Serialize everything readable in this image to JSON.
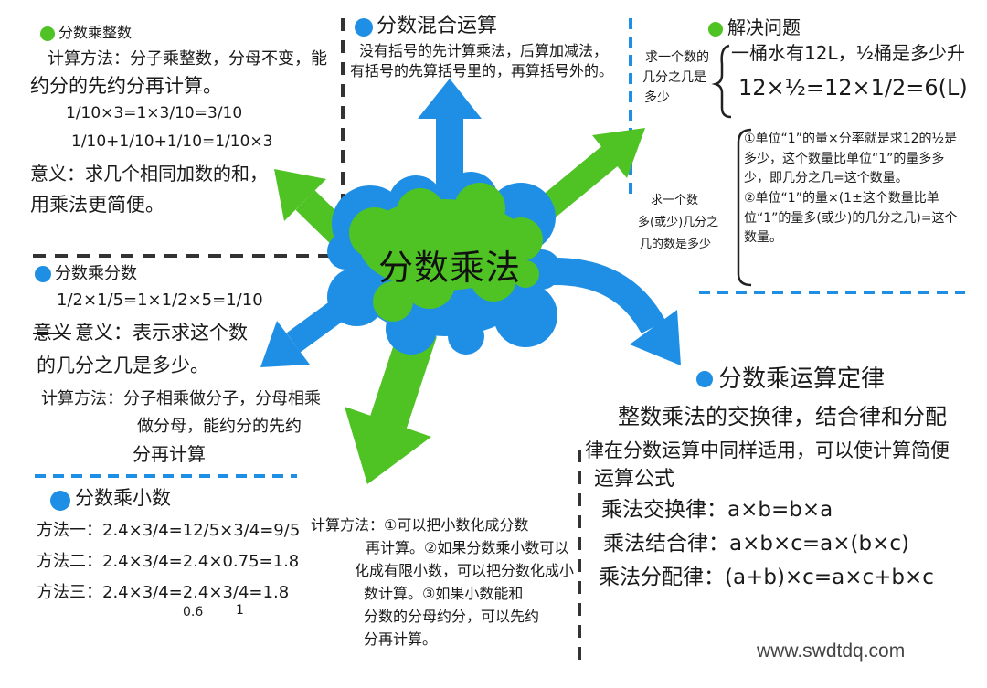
{
  "center": {
    "title": "分数乘法"
  },
  "whole_number": {
    "title": "分数乘整数",
    "lines": [
      "计算方法：分子乘整数，分母不变，能",
      "约分的先约分再计算。",
      "1/10×3=1×3/10=3/10",
      "1/10+1/10+1/10=1/10×3",
      "意义：求几个相同加数的和，",
      "用乘法更简便。"
    ]
  },
  "mixed_operations": {
    "title": "分数混合运算",
    "lines": [
      "没有括号的先计算乘法，后算加减法，",
      "有括号的先算括号里的，再算括号外的。"
    ]
  },
  "problem_solving": {
    "title": "解决问题",
    "question": "一桶水有12L，½桶是多少升",
    "solution": "12×½=12×1/2=6(L)",
    "explanation": [
      "①单位“1”的量×分率就是求12的½是多少，这个数量比单位“1”的量多多少，即几分之几=这个数量。",
      "②单位“1”的量×(1±这个数量比单位“1”的量多(或少)的几分之几)=这个数量。"
    ]
  },
  "side_notes": {
    "upper": [
      "求一个数的",
      "几分之几是",
      "多少"
    ],
    "lower": [
      "求一个数",
      "多(或少)几分之",
      "几的数是多少"
    ]
  },
  "fraction_by_fraction": {
    "title": "分数乘分数",
    "example": "1/2×1/5=1×1/2×5=1/10",
    "struck": "意义",
    "lines": [
      "意义：表示求这个数",
      "的几分之几是多少。",
      "计算方法：分子相乘做分子，分母相乘",
      "做分母，能约分的先约",
      "分再计算"
    ]
  },
  "fraction_by_decimal": {
    "title": "分数乘小数",
    "methods": [
      "方法一：2.4×3/4=12/5×3/4=9/5",
      "方法二：2.4×3/4=2.4×0.75=1.8",
      "方法三：2.4×3/4=2.4×3/4=1.8"
    ],
    "reduction_marks": [
      "0.6",
      "1"
    ],
    "rules": [
      "计算方法：①可以把小数化成分数",
      "再计算。②如果分数乘小数可以",
      "化成有限小数，可以把分数化成小",
      "数计算。③如果小数能和",
      "分数的分母约分，可以先约",
      "分再计算。"
    ]
  },
  "laws": {
    "title": "分数乘运算定律",
    "intro": [
      "整数乘法的交换律，结合律和分配",
      "律在分数运算中同样适用，可以使计算简便"
    ],
    "formula_title": "运算公式",
    "formulas": [
      "乘法交换律：a×b=b×a",
      "乘法结合律：a×b×c=a×(b×c)",
      "乘法分配律：(a+b)×c=a×c+b×c"
    ]
  },
  "watermark": "www.swdtdq.com",
  "colors": {
    "green": "#4fc224",
    "blue": "#1f8fe5",
    "ink": "#1a1a1a",
    "dash": "#333333"
  }
}
